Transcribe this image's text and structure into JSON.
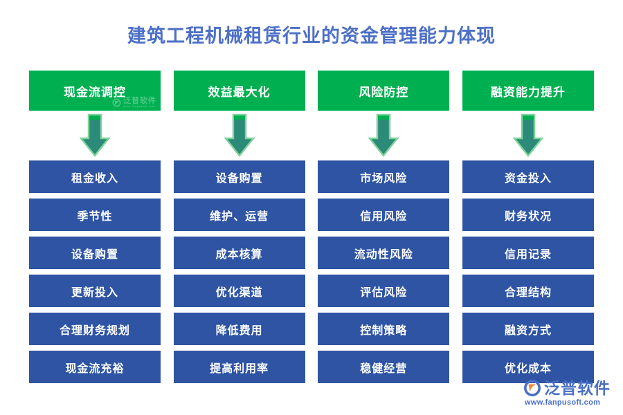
{
  "title": "建筑工程机械租赁行业的资金管理能力体现",
  "colors": {
    "title_text": "#4c6fc7",
    "header_box": "#00b050",
    "item_box": "#2e54a3",
    "arrow_body": "#2b8a78",
    "arrow_border": "#7dd39a",
    "arrow_cap": "#00b050",
    "background": "#ffffff"
  },
  "columns": [
    {
      "header": "现金流调控",
      "arrow": "down-arrow-icon",
      "items": [
        "租金收入",
        "季节性",
        "设备购置",
        "更新投入",
        "合理财务规划",
        "现金流充裕"
      ]
    },
    {
      "header": "效益最大化",
      "arrow": "down-arrow-icon",
      "items": [
        "设备购置",
        "维护、运营",
        "成本核算",
        "优化渠道",
        "降低费用",
        "提高利用率"
      ]
    },
    {
      "header": "风险防控",
      "arrow": "down-arrow-icon",
      "items": [
        "市场风险",
        "信用风险",
        "流动性风险",
        "评估风险",
        "控制策略",
        "稳健经营"
      ]
    },
    {
      "header": "融资能力提升",
      "arrow": "down-arrow-icon",
      "items": [
        "资金投入",
        "财务状况",
        "信用记录",
        "合理结构",
        "融资方式",
        "优化成本"
      ]
    }
  ],
  "watermark": {
    "brand": "泛普软件",
    "url": "www.fanpusoft.com"
  },
  "logo": {
    "brand": "泛普软件",
    "url": "www.fanpusoft.com"
  }
}
